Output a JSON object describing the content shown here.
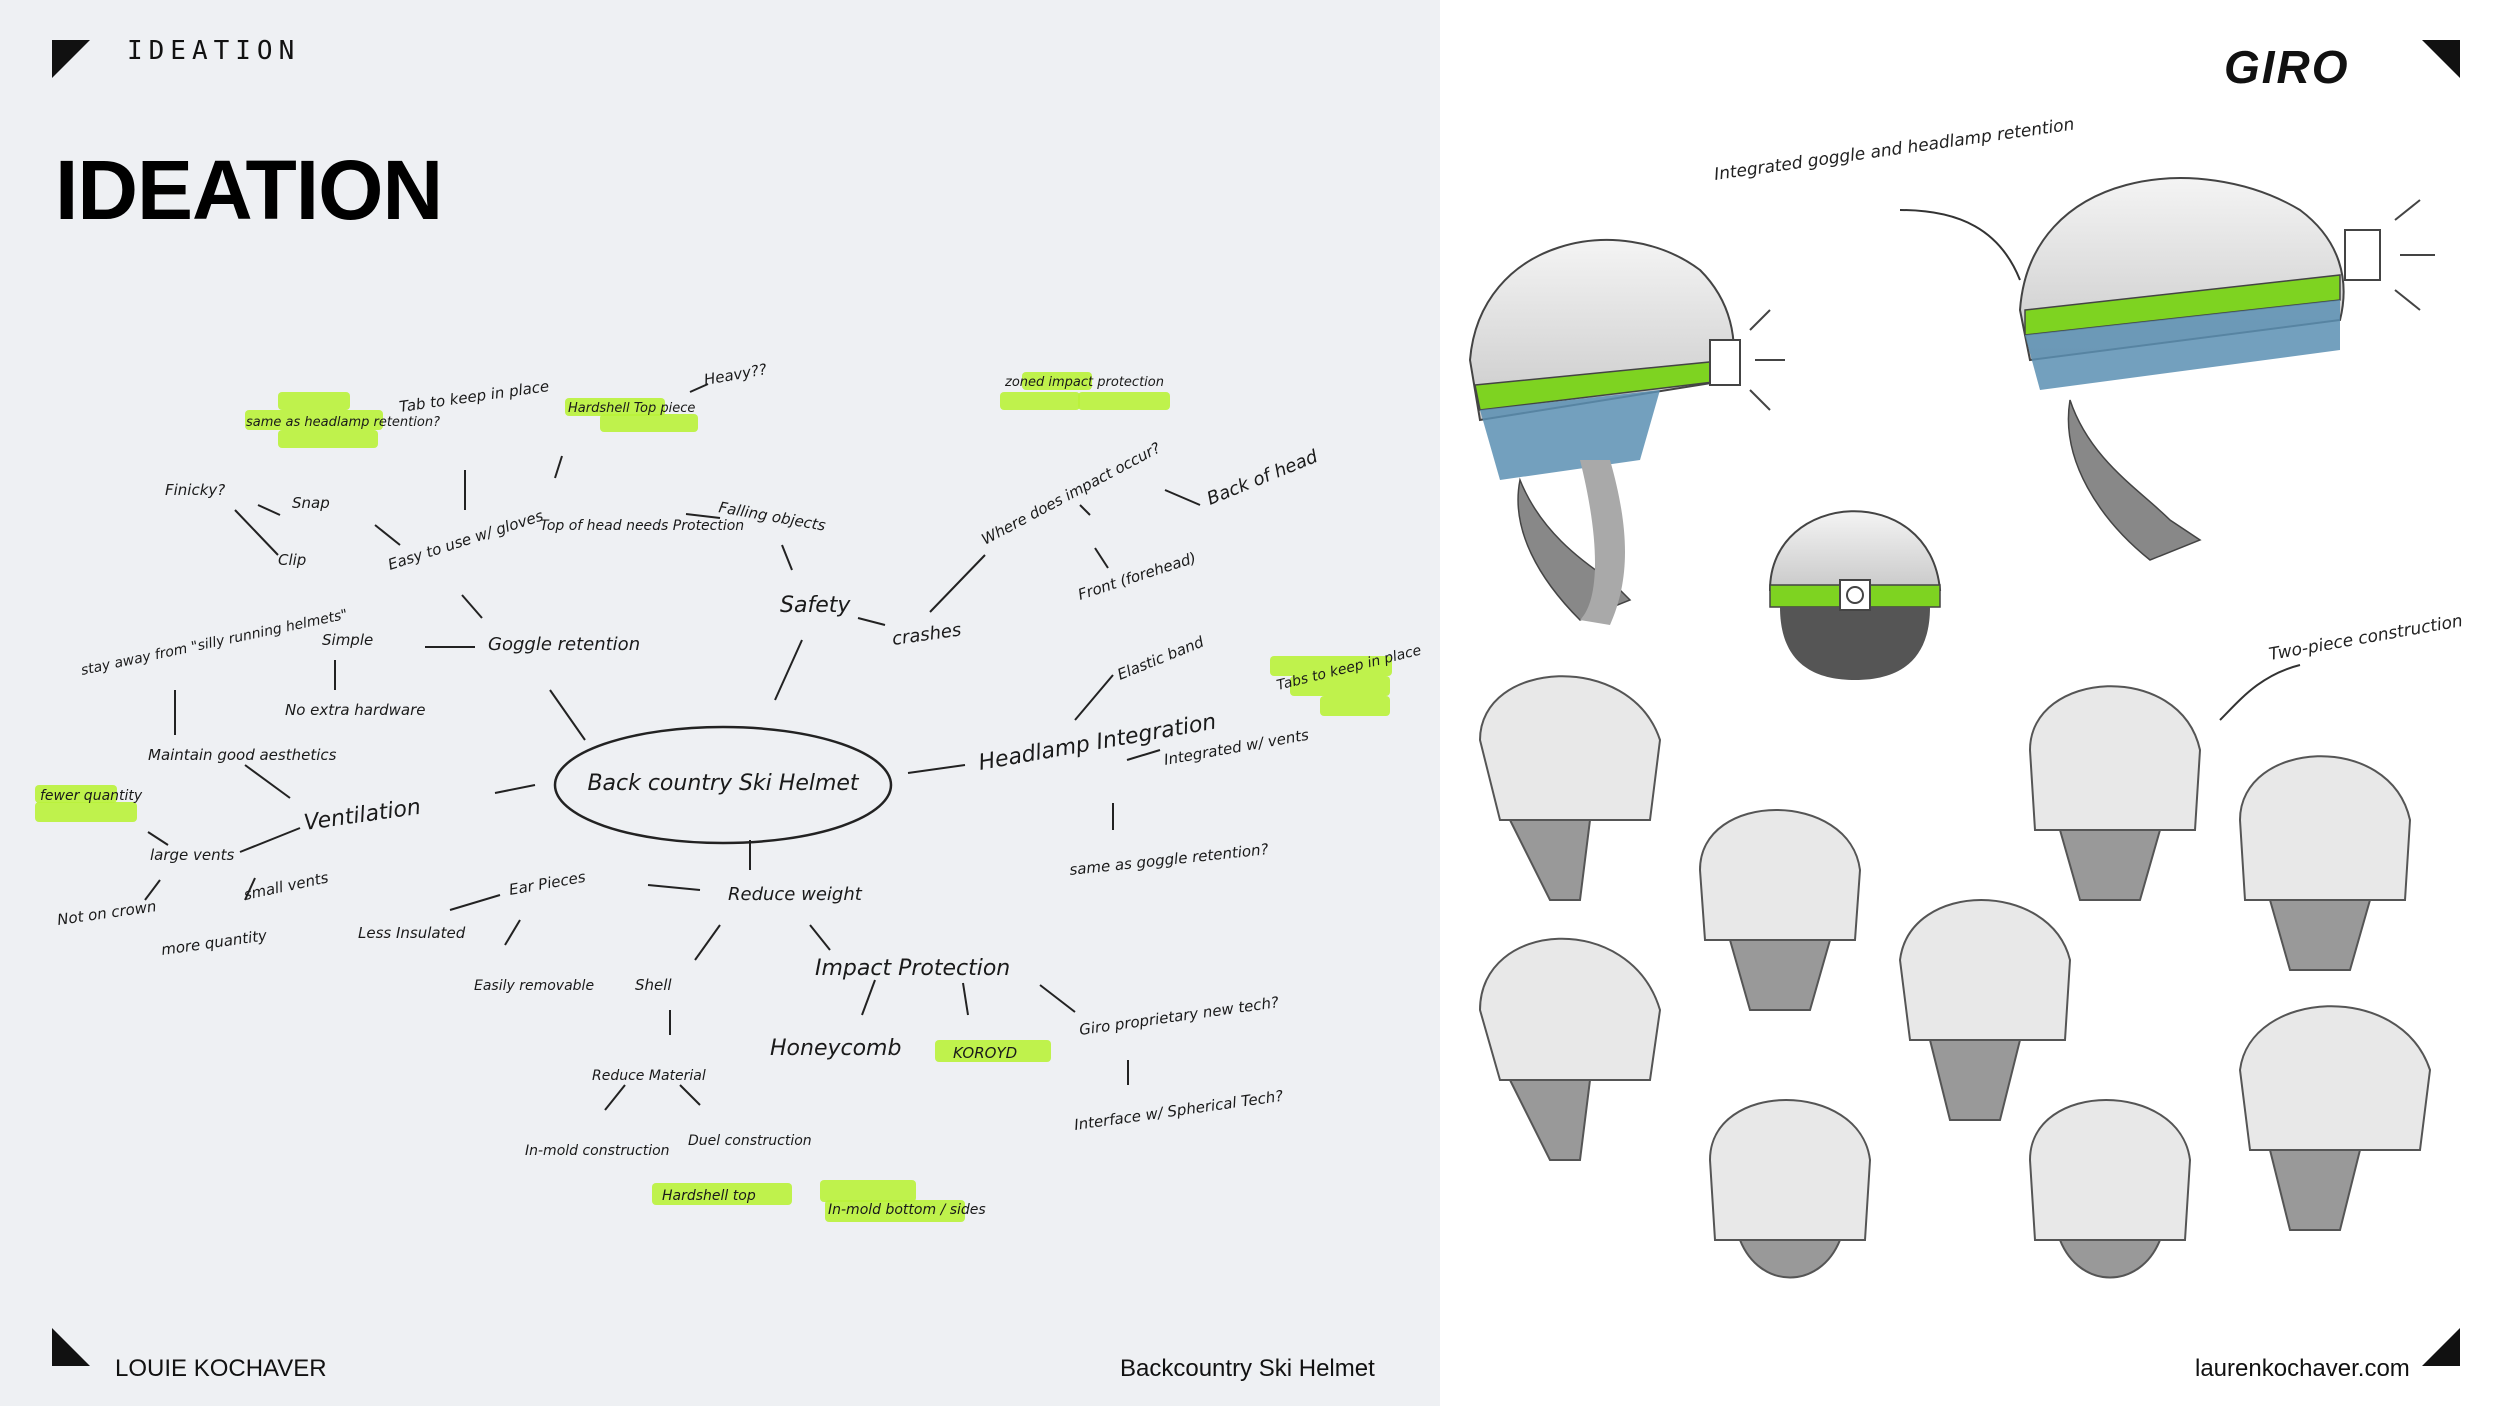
{
  "header": {
    "section_label": "IDEATION",
    "title": "IDEATION"
  },
  "footer": {
    "author": "LOUIE KOCHAVER",
    "project": "Backcountry Ski Helmet",
    "website": "laurenkochaver.com"
  },
  "brand": {
    "logo": "GIRO"
  },
  "colors": {
    "highlight": "#b9f23a",
    "helmet_band_green": "#7ed321",
    "helmet_band_blue": "#5b8fb3"
  },
  "mindmap": {
    "center": "Back country Ski Helmet",
    "nodes": {
      "goggle_retention": "Goggle retention",
      "easy_gloves": "Easy to use w/ gloves",
      "snap": "Snap",
      "clip": "Clip",
      "finicky": "Finicky?",
      "tab_keep": "Tab to keep in place",
      "same_headlamp": "same as headlamp retention?",
      "simple": "Simple",
      "no_extra": "No extra hardware",
      "maintain": "Maintain good aesthetics",
      "stay_away": "stay away from \"silly running helmets\"",
      "ventilation": "Ventilation",
      "fewer_quantity": "fewer quantity",
      "large_vents": "large vents",
      "not_crown": "Not on crown",
      "small_vents": "small vents",
      "more_quantity": "more quantity",
      "top_head": "Top of head needs Protection",
      "hardshell_top_piece": "Hardshell Top piece",
      "heavy": "Heavy??",
      "falling": "Falling objects",
      "safety": "Safety",
      "crashes": "crashes",
      "where_impact": "Where does impact occur?",
      "zoned": "zoned impact protection",
      "back_head": "Back of head",
      "front": "Front (forehead)",
      "headlamp": "Headlamp Integration",
      "elastic": "Elastic band",
      "integrated_vents": "Integrated w/ vents",
      "tabs_keep": "Tabs to keep in place",
      "same_goggle": "same as goggle retention?",
      "reduce_weight": "Reduce weight",
      "ear_pieces": "Ear Pieces",
      "less_insulated": "Less Insulated",
      "easily_removable": "Easily removable",
      "shell": "Shell",
      "reduce_material": "Reduce Material",
      "in_mold": "In-mold construction",
      "duel_construction": "Duel construction",
      "hardshell_top": "Hardshell top",
      "in_mold_bottom": "In-mold bottom / sides",
      "impact_protection": "Impact Protection",
      "honeycomb": "Honeycomb",
      "koroyd": "KOROYD",
      "giro_tech": "Giro proprietary new tech?",
      "interface": "Interface w/ Spherical Tech?"
    }
  },
  "sketches": {
    "note_goggle": "Integrated goggle and headlamp retention",
    "note_two_piece": "Two-piece construction"
  }
}
